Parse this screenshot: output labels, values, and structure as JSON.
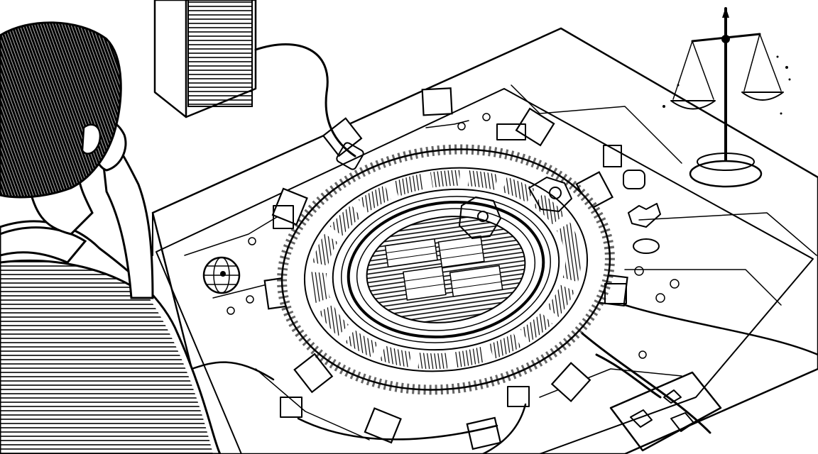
{
  "scene": {
    "style": "black-and-white pen-and-ink illustration",
    "ink_color": "#000000",
    "paper_color": "#ffffff",
    "elements": {
      "person": "person-icon",
      "machine": "circular-gear-device",
      "scales": "balance-scale-icon",
      "globe": "globe-icon",
      "vent": "wall-vent",
      "pedal": "foot-pedal"
    }
  }
}
